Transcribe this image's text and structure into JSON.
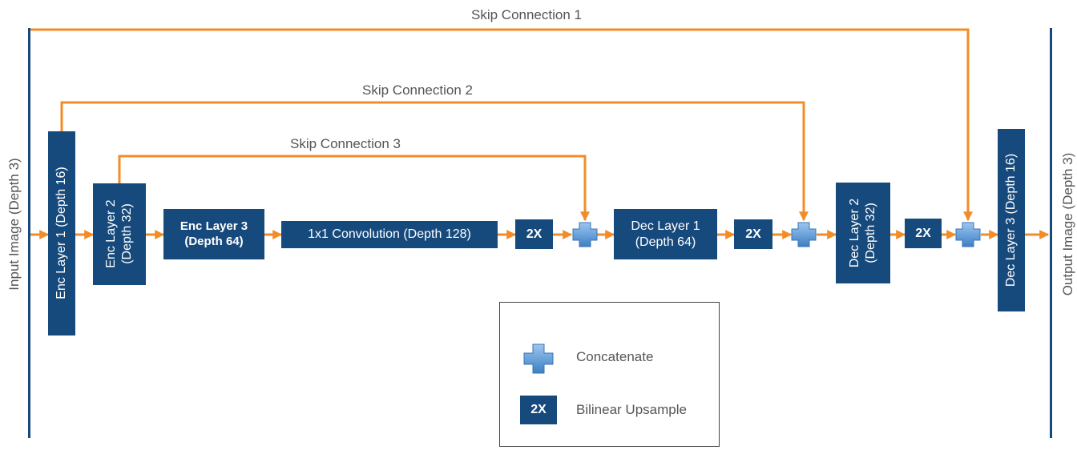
{
  "colors": {
    "block": "#174a7c",
    "connector": "#f28c28",
    "concat": "#5b9bd5",
    "text": "#555555"
  },
  "input": {
    "label": "Input Image (Depth 3)"
  },
  "output": {
    "label": "Output Image (Depth 3)"
  },
  "encoder": {
    "layer1": {
      "line1": "Enc Layer 1 (Depth 16)"
    },
    "layer2": {
      "line1": "Enc Layer 2",
      "line2": "(Depth 32)"
    },
    "layer3": {
      "line1": "Enc Layer 3",
      "line2": "(Depth 64)"
    }
  },
  "bottleneck": {
    "label": "1x1 Convolution (Depth 128)"
  },
  "decoder": {
    "layer1": {
      "line1": "Dec Layer 1",
      "line2": "(Depth 64)"
    },
    "layer2": {
      "line1": "Dec Layer 2",
      "line2": "(Depth 32)"
    },
    "layer3": {
      "line1": "Dec Layer 3 (Depth 16)"
    }
  },
  "upsample": {
    "label": "2X"
  },
  "skips": {
    "s1": "Skip Connection 1",
    "s2": "Skip Connection 2",
    "s3": "Skip Connection 3"
  },
  "legend": {
    "concat_label": "Concatenate",
    "upsample_badge": "2X",
    "upsample_label": "Bilinear Upsample"
  },
  "icons": {
    "concat": "plus-icon"
  }
}
